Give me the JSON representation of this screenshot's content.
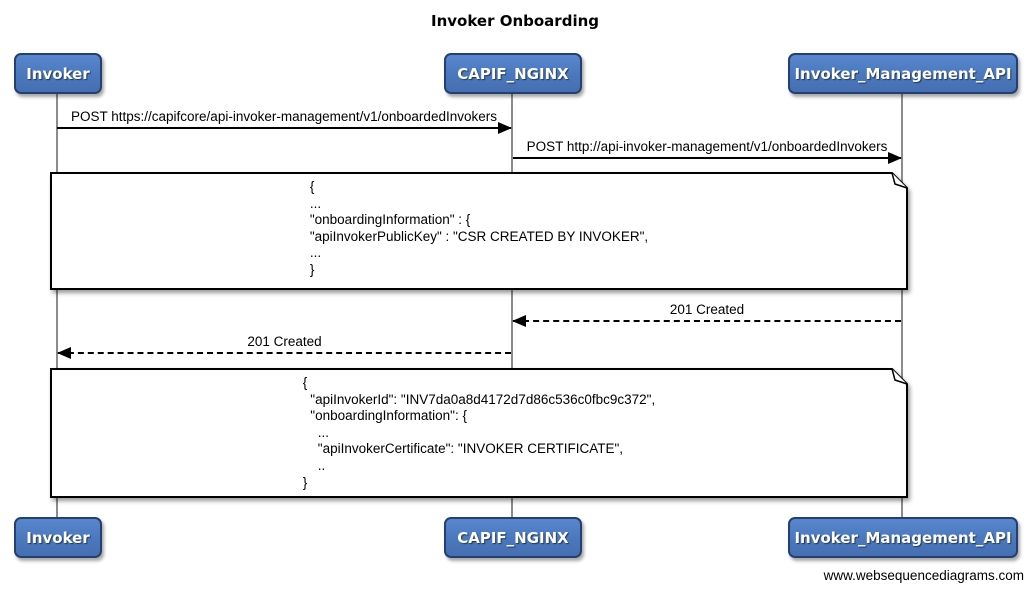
{
  "title": "Invoker Onboarding",
  "actors": [
    {
      "id": "invoker",
      "label": "Invoker"
    },
    {
      "id": "capif-nginx",
      "label": "CAPIF_NGINX"
    },
    {
      "id": "invoker-management-api",
      "label": "Invoker_Management_API"
    }
  ],
  "messages": [
    {
      "from": "Invoker",
      "to": "CAPIF_NGINX",
      "style": "solid",
      "label": "POST https://capifcore/api-invoker-management/v1/onboardedInvokers"
    },
    {
      "from": "CAPIF_NGINX",
      "to": "Invoker_Management_API",
      "style": "solid",
      "label": "POST http://api-invoker-management/v1/onboardedInvokers"
    },
    {
      "from": "Invoker_Management_API",
      "to": "CAPIF_NGINX",
      "style": "dashed",
      "label": "201 Created"
    },
    {
      "from": "CAPIF_NGINX",
      "to": "Invoker",
      "style": "dashed",
      "label": "201 Created"
    }
  ],
  "notes": [
    {
      "text": "{\n...\n\"onboardingInformation\" : {\n\"apiInvokerPublicKey\" : \"CSR CREATED BY INVOKER\",\n...\n}"
    },
    {
      "text": "{\n  \"apiInvokerId\": \"INV7da0a8d4172d7d86c536c0fbc9c372\",\n  \"onboardingInformation\": {\n    ...\n    \"apiInvokerCertificate\": \"INVOKER CERTIFICATE\",\n    ..\n}"
    }
  ],
  "watermark": "www.websequencediagrams.com",
  "colors": {
    "actor_fill": "#4B77BC",
    "actor_border": "#24406E",
    "actor_text": "#FFFFFF",
    "line": "#000000",
    "lifeline": "#8C8C8C",
    "note_fill": "#FFFFFF",
    "background": "#FFFFFF"
  }
}
